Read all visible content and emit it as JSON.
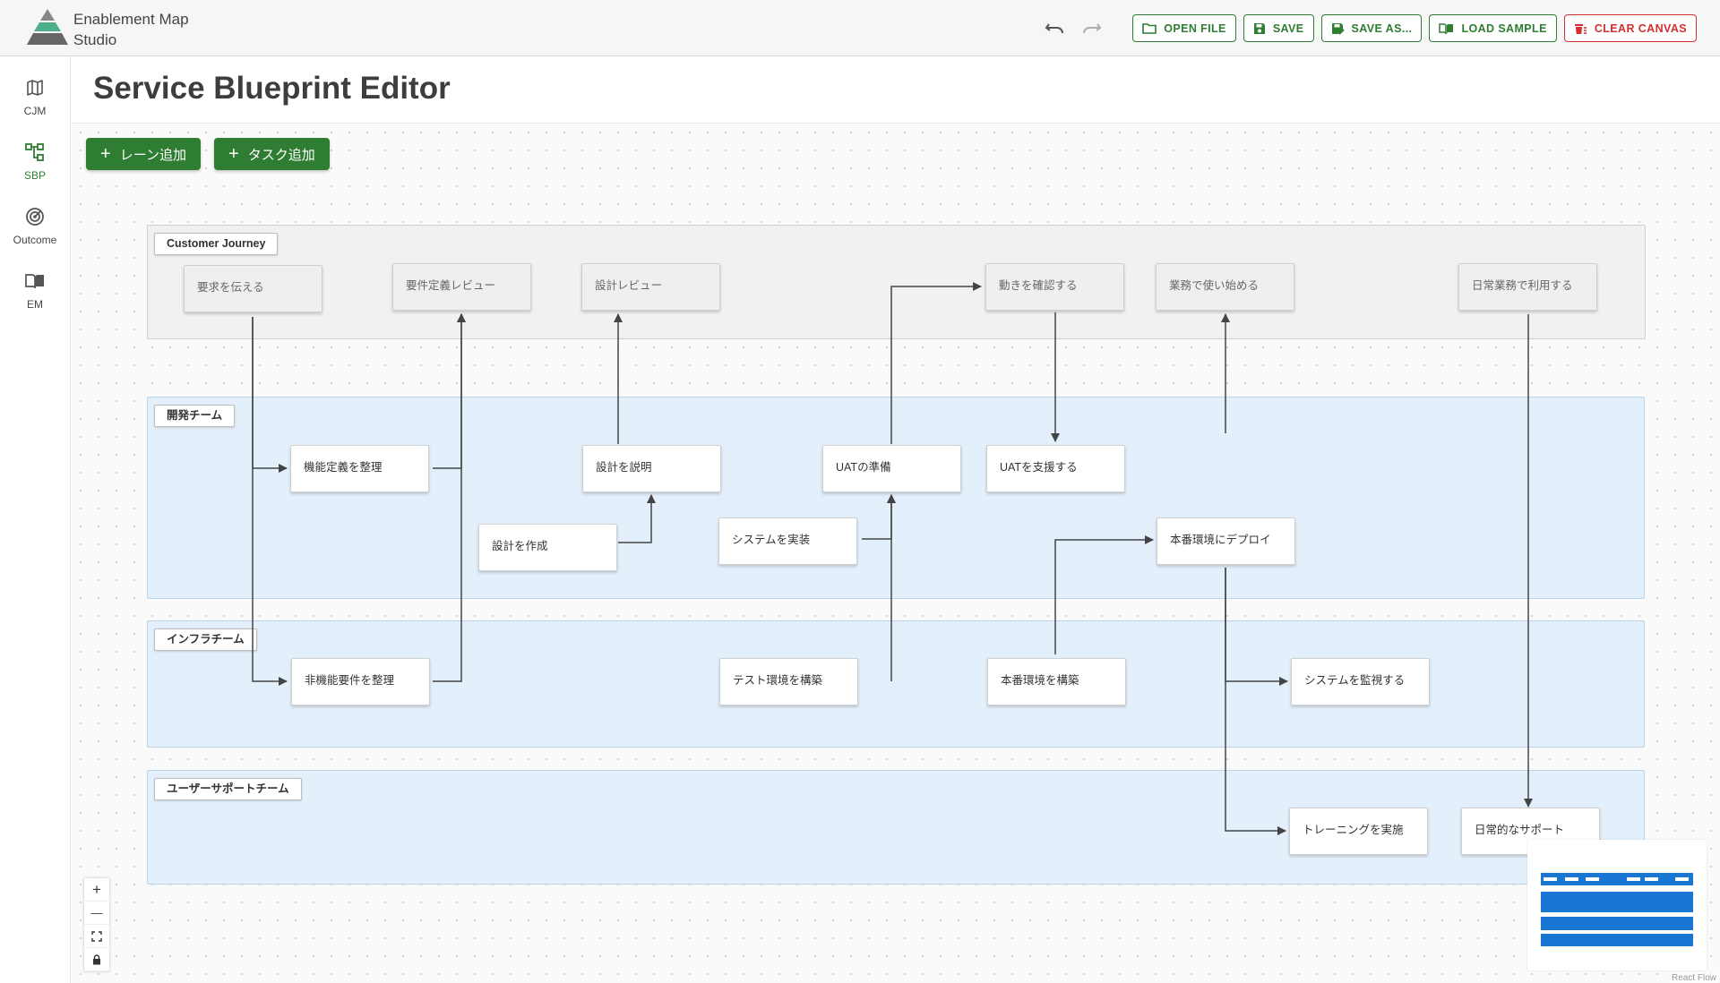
{
  "app": {
    "title_line1": "Enablement Map",
    "title_line2": "Studio"
  },
  "toolbar": {
    "open": "OPEN FILE",
    "save": "SAVE",
    "save_as": "SAVE AS...",
    "load_sample": "LOAD SAMPLE",
    "clear": "CLEAR CANVAS"
  },
  "sidebar": {
    "items": [
      {
        "label": "CJM",
        "icon": "map-icon"
      },
      {
        "label": "SBP",
        "icon": "flowchart-icon",
        "active": true
      },
      {
        "label": "Outcome",
        "icon": "target-icon"
      },
      {
        "label": "EM",
        "icon": "book-icon"
      }
    ]
  },
  "page": {
    "title": "Service Blueprint Editor"
  },
  "actions": {
    "add_lane": "レーン追加",
    "add_task": "タスク追加"
  },
  "lanes": {
    "journey": "Customer Journey",
    "dev": "開発チーム",
    "infra": "インフラチーム",
    "support": "ユーザーサポートチーム"
  },
  "nodes": {
    "n1": "要求を伝える",
    "n2": "要件定義レビュー",
    "n3": "設計レビュー",
    "n4": "動きを確認する",
    "n5": "業務で使い始める",
    "n6": "日常業務で利用する",
    "d1": "機能定義を整理",
    "d2": "設計を説明",
    "d3": "UATの準備",
    "d4": "UATを支援する",
    "d5": "設計を作成",
    "d6": "システムを実装",
    "d7": "本番環境にデプロイ",
    "i1": "非機能要件を整理",
    "i2": "テスト環境を構築",
    "i3": "本番環境を構築",
    "i4": "システムを監視する",
    "s1": "トレーニングを実施",
    "s2": "日常的なサポート"
  },
  "controls": {
    "zoom_in": "+",
    "zoom_out": "—"
  },
  "attribution": "React Flow",
  "colors": {
    "primary": "#2e7d32",
    "danger": "#d32f2f",
    "lane": "#e3f0fb",
    "minimap": "#1976d2"
  }
}
